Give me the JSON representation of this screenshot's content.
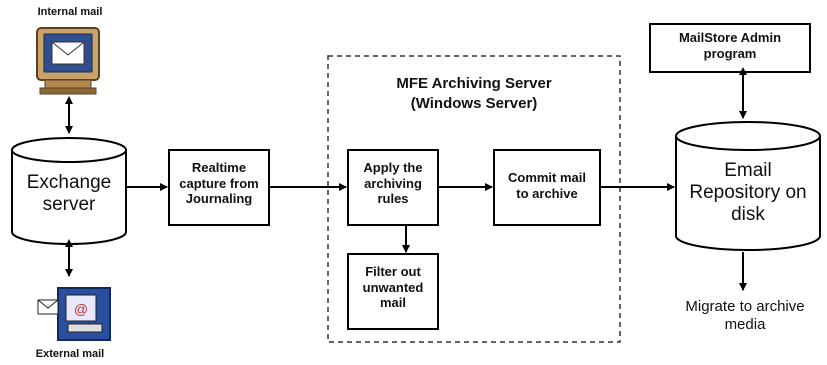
{
  "labels": {
    "internal_mail": "Internal mail",
    "external_mail": "External mail",
    "exchange_server": "Exchange server",
    "realtime_capture": "Realtime capture from Journaling",
    "server_title_line1": "MFE Archiving Server",
    "server_title_line2": "(Windows Server)",
    "apply_rules": "Apply the archiving rules",
    "filter_mail": "Filter out unwanted mail",
    "commit_mail": "Commit mail to archive",
    "admin_program": "MailStore Admin program",
    "email_repository": "Email Repository on disk",
    "migrate": "Migrate to archive media"
  },
  "icons": {
    "internal": "monitor-envelope-icon",
    "external": "computer-envelope-icon"
  },
  "colors": {
    "line": "#000000",
    "dashed_border": "#333333",
    "monitor_screen": "#2f4f8f",
    "monitor_body": "#c9a46a",
    "external_icon_bg": "#2a4fa0"
  }
}
